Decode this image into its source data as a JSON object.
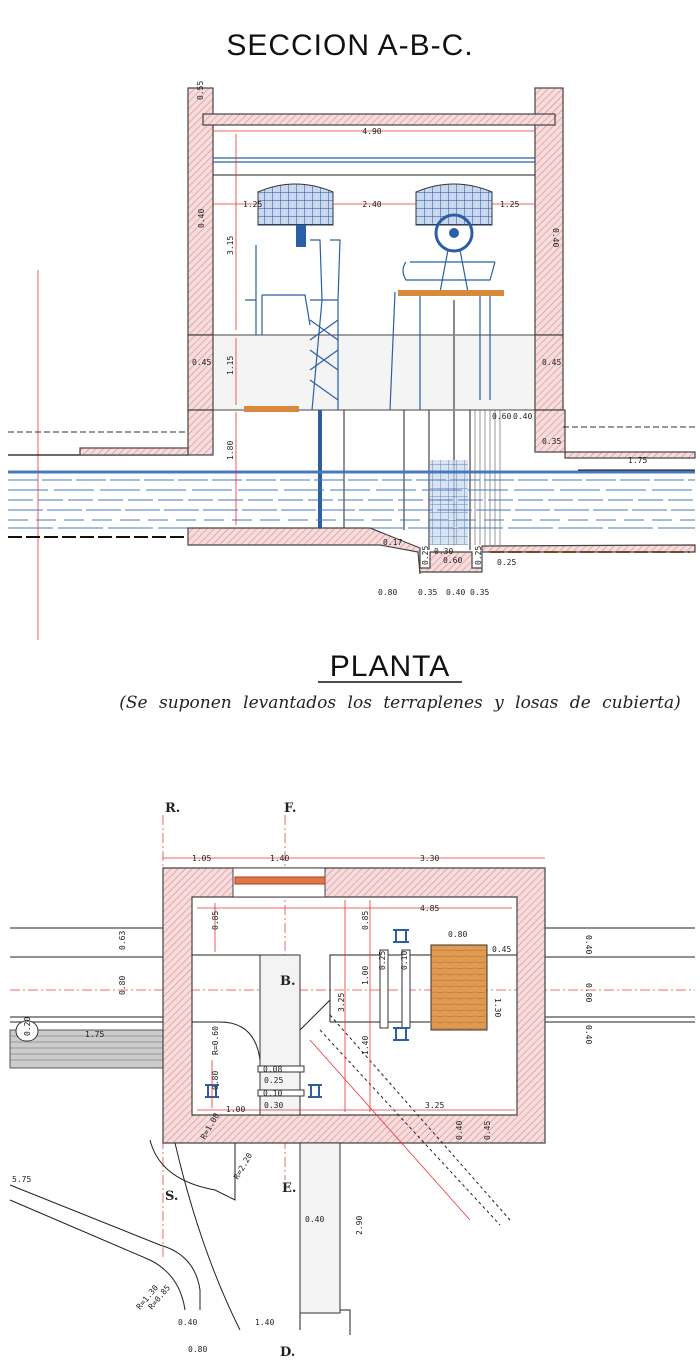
{
  "section": {
    "title": "SECCION A-B-C.",
    "dims": {
      "top_055": "0.55",
      "width_490": "4.90",
      "left_125": "1.25",
      "mid_240": "2.40",
      "right_125": "1.25",
      "wall_left_040": "0.40",
      "wall_right_040": "0.40",
      "height_315": "3.15",
      "height_115": "1.15",
      "left_045": "0.45",
      "right_045": "0.45",
      "depth_180": "1.80",
      "d_060": "0.60",
      "d_040": "0.40",
      "d_035": "0.35",
      "d_175": "1.75",
      "d_017": "0.17",
      "d_025a": "0.25",
      "d_030": "0.30",
      "d_060b": "0.60",
      "d_025b": "0.25",
      "d_025c": "0.25",
      "b_080": "0.80",
      "b_035a": "0.35",
      "b_040": "0.40",
      "b_035b": "0.35"
    }
  },
  "plan": {
    "title": "PLANTA",
    "subtitle": "(Se suponen levantados los terraplenes y losas de cubierta)",
    "letters": {
      "R": "R.",
      "F": "F.",
      "B": "B.",
      "E": "E.",
      "S": "S.",
      "D": "D."
    },
    "dims": {
      "t_105": "1.05",
      "t_140": "1.40",
      "t_330": "3.30",
      "w_485": "4.85",
      "h_085a": "0.85",
      "h_085b": "0.85",
      "w_080": "0.80",
      "w_045": "0.45",
      "h_100": "1.00",
      "h_325": "3.25",
      "h_130": "1.30",
      "r_080": "0.80",
      "r_040a": "0.40",
      "r_040b": "0.40",
      "l_063": "0.63",
      "l_080": "0.80",
      "l_020": "0.20",
      "l_175": "1.75",
      "rad_060": "R=0.60",
      "v_080": "0.80",
      "g_008": "0.08",
      "g_025": "0.25",
      "g_010": "0.10",
      "g_030": "0.30",
      "g_025b": "0.25",
      "g_010b": "0.10",
      "b_100": "1.00",
      "h_140": "1.40",
      "b_325": "3.25",
      "b_040": "0.40",
      "b_045": "0.45",
      "rad_100": "R=1.00",
      "rad_220": "R=2.20",
      "c_040": "0.40",
      "c_290": "2.90",
      "c_140": "1.40",
      "c_040b": "0.40",
      "c_080": "0.80",
      "s_575": "5.75",
      "rad_130": "R=1.30",
      "rad_085": "R=0.85"
    }
  },
  "colors": {
    "hatch": "#e9a6a6",
    "blue": "#2a5fa8",
    "wood": "#d9893c",
    "red": "#e33"
  }
}
